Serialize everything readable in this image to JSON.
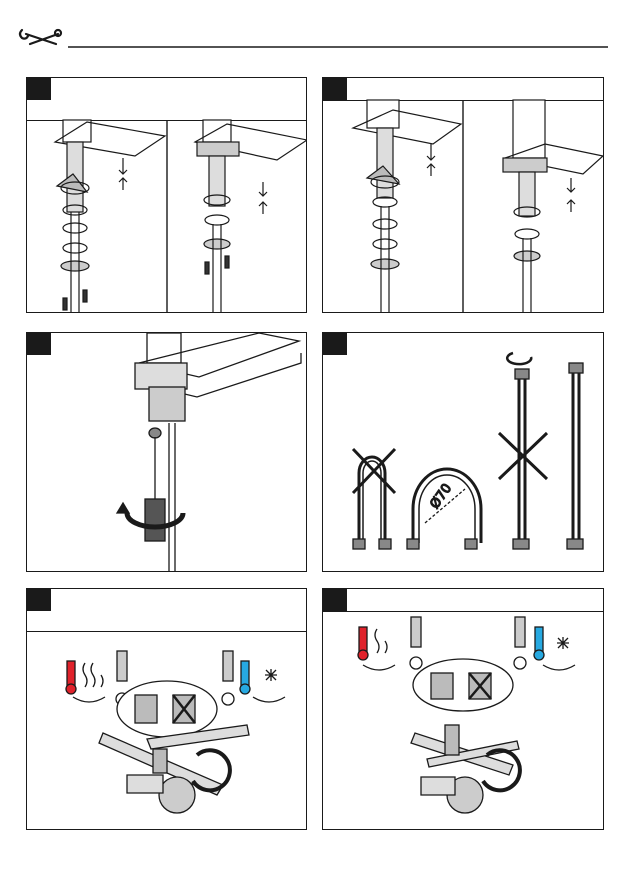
{
  "header": {
    "icon": "wrench-screwdriver-icon"
  },
  "panels": [
    {
      "id": "step-1",
      "icon": "mounting-parts"
    },
    {
      "id": "step-2",
      "icon": "mounting-parts-alt"
    },
    {
      "id": "step-3",
      "icon": "screwdriver-tighten"
    },
    {
      "id": "step-4",
      "icon": "hose-bending",
      "bend_label": "Ø70"
    },
    {
      "id": "step-5",
      "icon": "connect-hoses-wrench"
    },
    {
      "id": "step-6",
      "icon": "connect-hoses-wrench-alt"
    }
  ],
  "colors": {
    "hot": "#e0222b",
    "cold": "#27a9e1",
    "line": "#1a1a1a"
  }
}
